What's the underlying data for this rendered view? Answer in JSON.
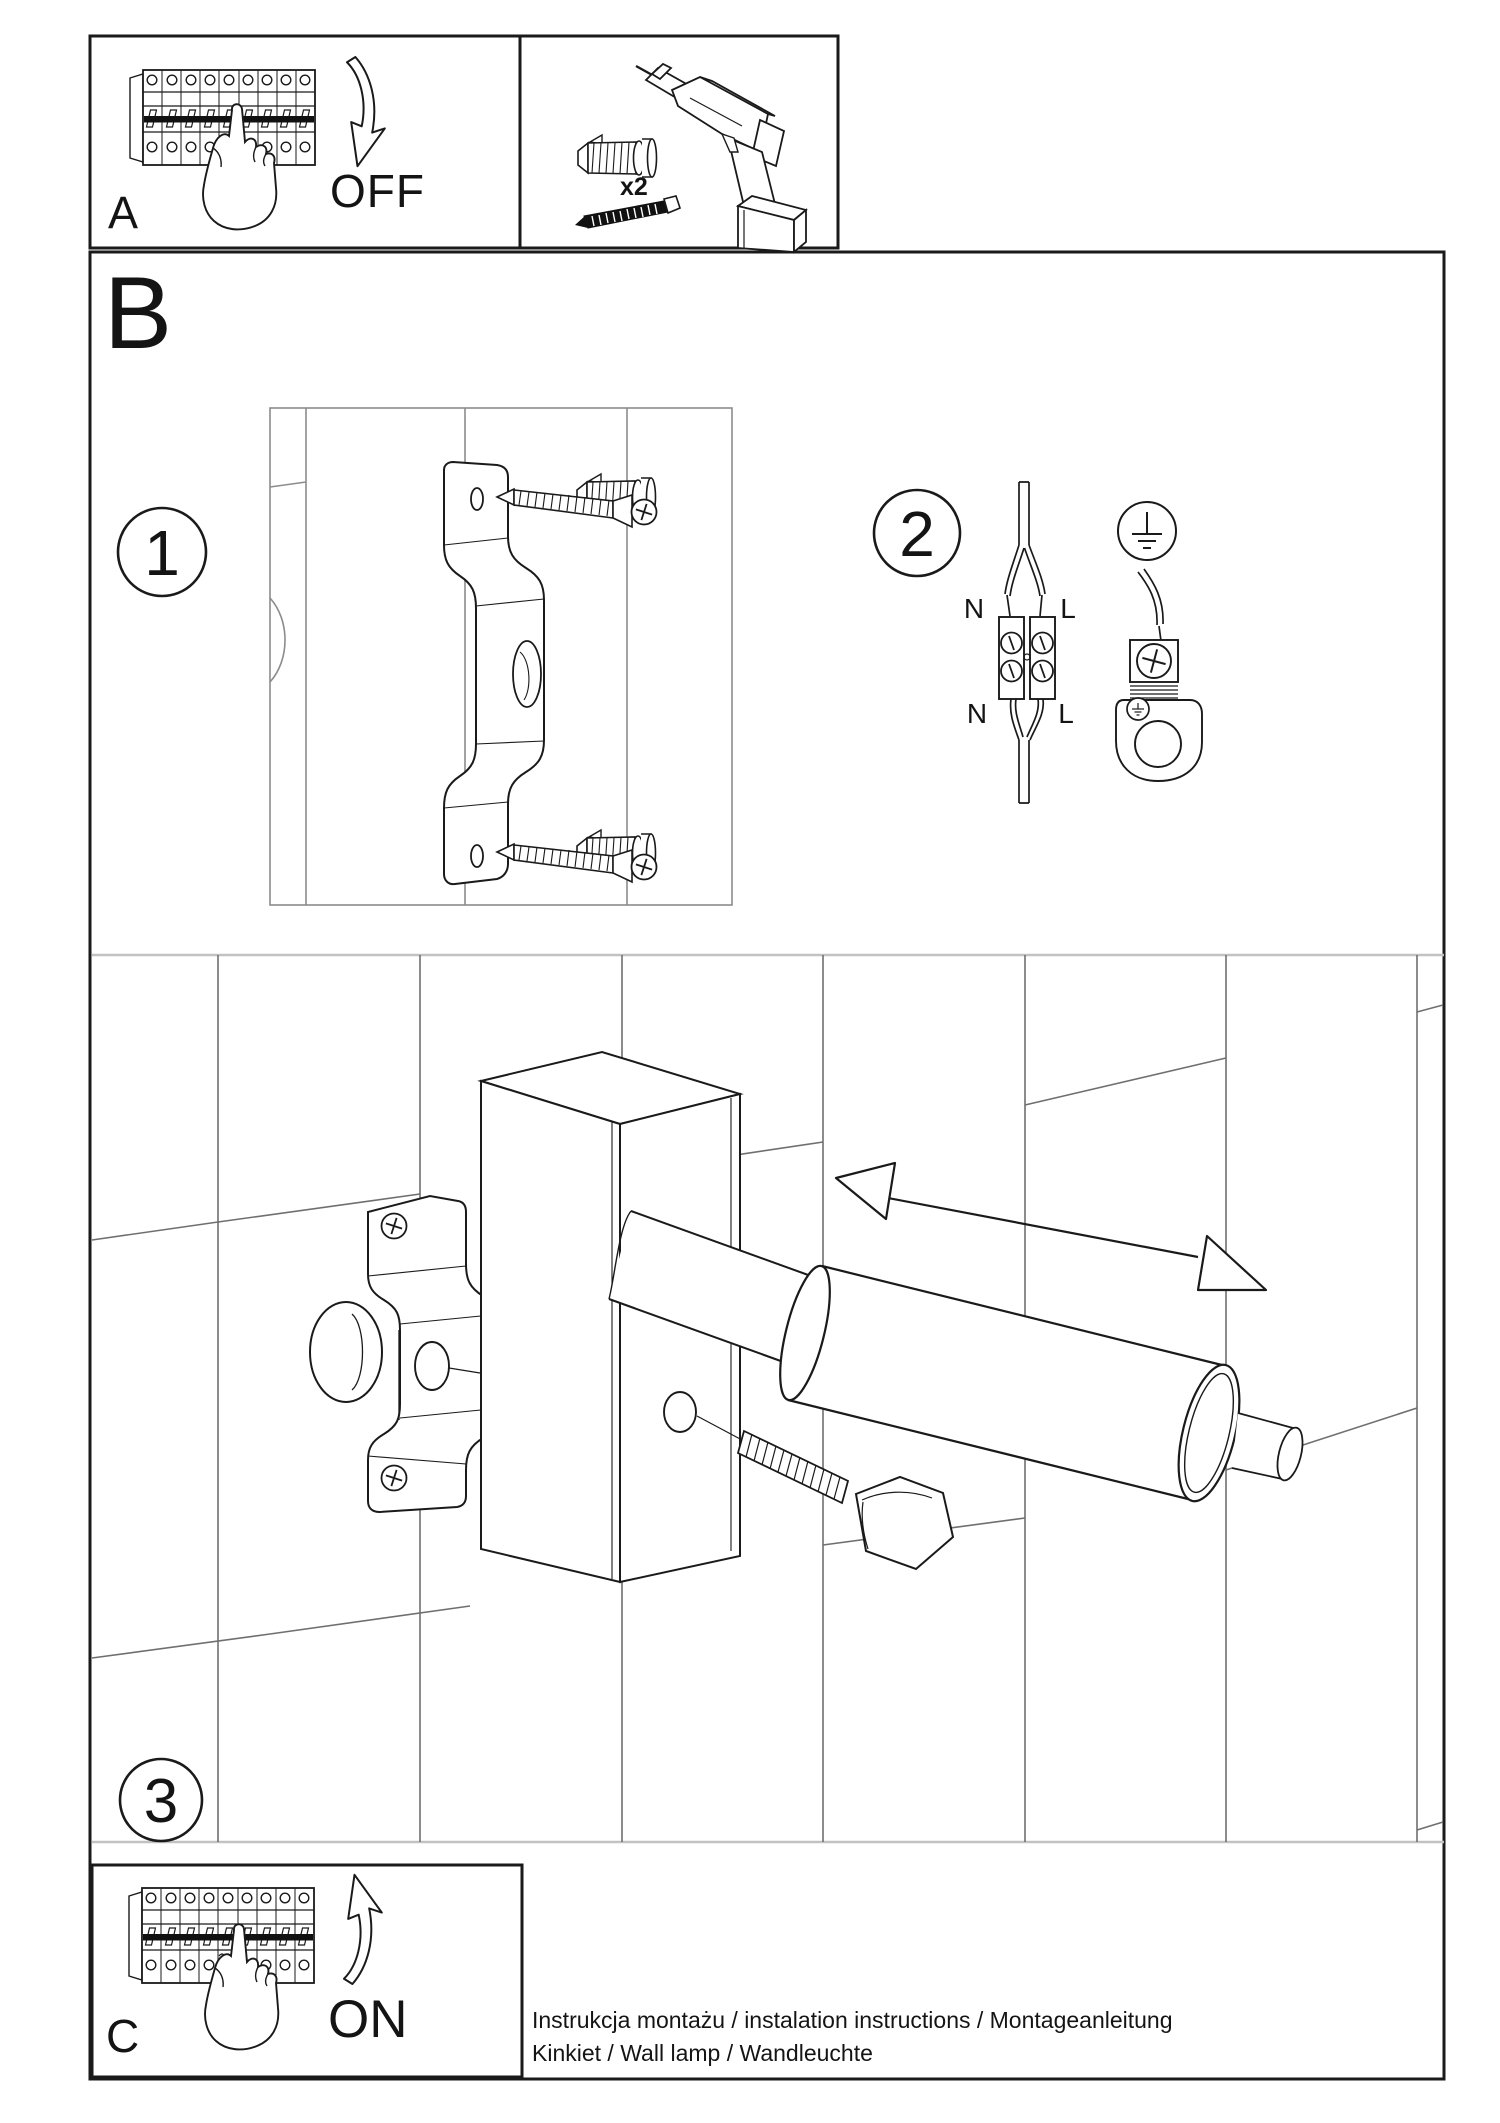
{
  "document": {
    "kind": "installation-instruction-leaflet",
    "product": "wall lamp"
  },
  "labels": {
    "panel_a": "A",
    "panel_b": "B",
    "panel_c": "C",
    "breaker_off": "OFF",
    "breaker_on": "ON",
    "step_1": "1",
    "step_2": "2",
    "step_3": "3",
    "hardware_qty": "x2"
  },
  "wiring": {
    "top_left": "N",
    "top_right": "L",
    "bottom_left": "N",
    "bottom_right": "L"
  },
  "footer": {
    "line1": "Instrukcja montażu / instalation instructions / Montageanleitung",
    "line2": "Kinkiet / Wall lamp / Wandleuchte"
  },
  "colors": {
    "paper": "#ffffff",
    "ink": "#1a1a1a",
    "wall_line": "#6f6f6f",
    "wall_edge": "#c2c2c2",
    "light_line": "#8c8c8c"
  }
}
